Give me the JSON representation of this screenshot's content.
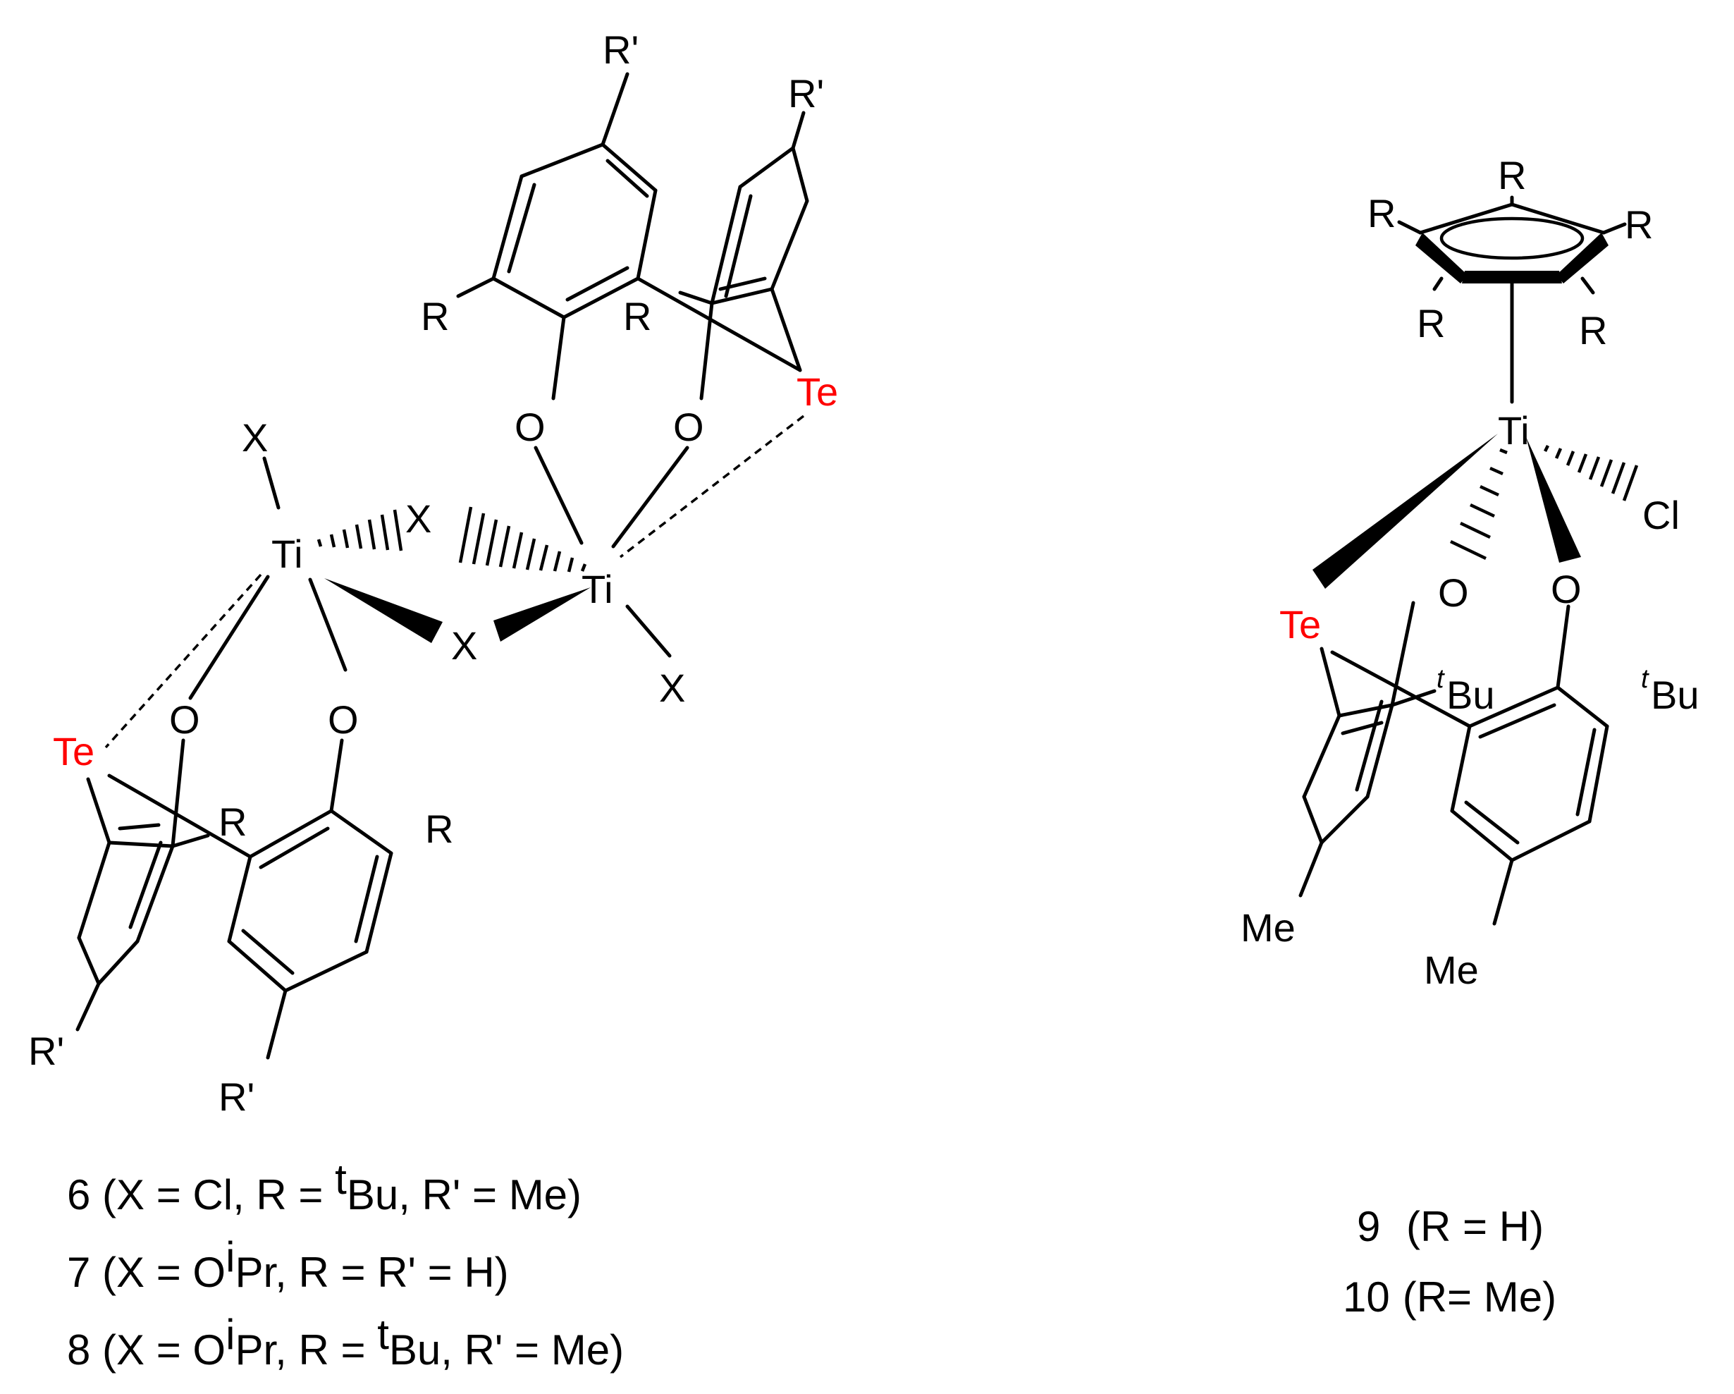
{
  "atoms": {
    "x": "X",
    "ti": "Ti",
    "o": "O",
    "te": "Te",
    "r": "R",
    "rp": "R'",
    "cl": "Cl",
    "me": "Me",
    "bu": "Bu",
    "t": "t"
  },
  "captions": {
    "c6": {
      "num": "6",
      "a": "(X = Cl, R = ",
      "sup": "t",
      "b": "Bu, R' = Me)"
    },
    "c7": {
      "num": "7",
      "a": "(X = O",
      "sup": "i",
      "b": "Pr, R = R' = H)"
    },
    "c8": {
      "num": "8",
      "a": "(X = O",
      "sup": "i",
      "b": "Pr, R = ",
      "sup2": "t",
      "c": "Bu, R' =  Me)"
    },
    "c9": {
      "num": "9",
      "a": " (R = H)"
    },
    "c10": {
      "num": "10",
      "a": "(R= Me)"
    }
  },
  "colors": {
    "tellurium": "#ff0000",
    "bonds": "#000000"
  }
}
